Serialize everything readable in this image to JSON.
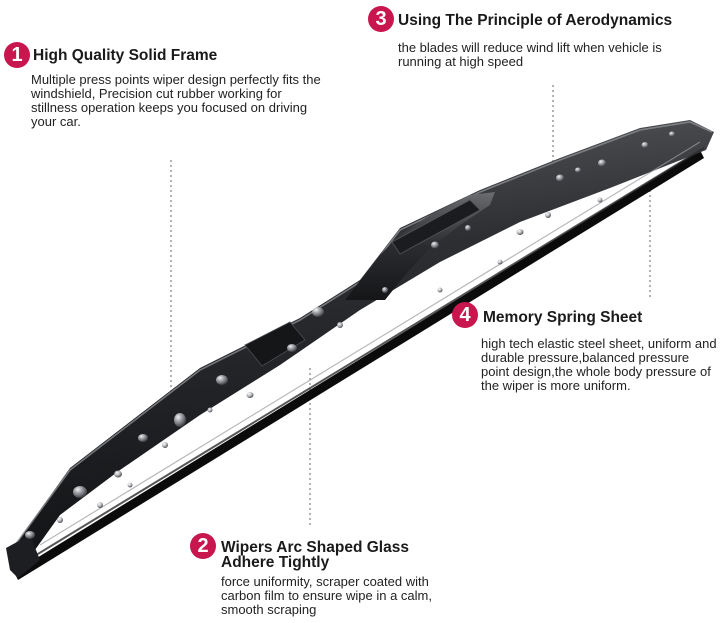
{
  "accent_color": "#c8164f",
  "features": [
    {
      "number": "1",
      "title": "High Quality Solid Frame",
      "description": "Multiple press points wiper design perfectly fits the windshield, Precision cut rubber working for stillness operation keeps you focused on driving your car."
    },
    {
      "number": "2",
      "title": "Wipers Arc Shaped Glass Adhere Tightly",
      "description": "force uniformity, scraper coated with carbon film to ensure wipe in a calm, smooth scraping"
    },
    {
      "number": "3",
      "title": "Using The Principle of Aerodynamics",
      "description": "the blades will reduce wind lift when vehicle is running at high speed"
    },
    {
      "number": "4",
      "title": "Memory Spring Sheet",
      "description": "high tech elastic steel sheet, uniform and durable pressure,balanced pressure point design,the whole body pressure of the wiper is more uniform."
    }
  ],
  "image": {
    "subject": "wiper-blade"
  }
}
